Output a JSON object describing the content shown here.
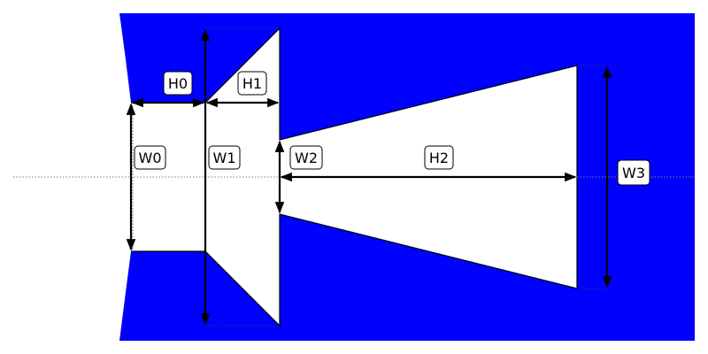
{
  "colors": {
    "material": "#0000ff",
    "cavity": "#ffffff",
    "outline": "#000000",
    "centerline": "#808080",
    "dimension": "#000000"
  },
  "labels": {
    "H0": "H0",
    "H1": "H1",
    "W0": "W0",
    "W1": "W1",
    "W2": "W2",
    "H2": "H2",
    "W3": "W3"
  }
}
